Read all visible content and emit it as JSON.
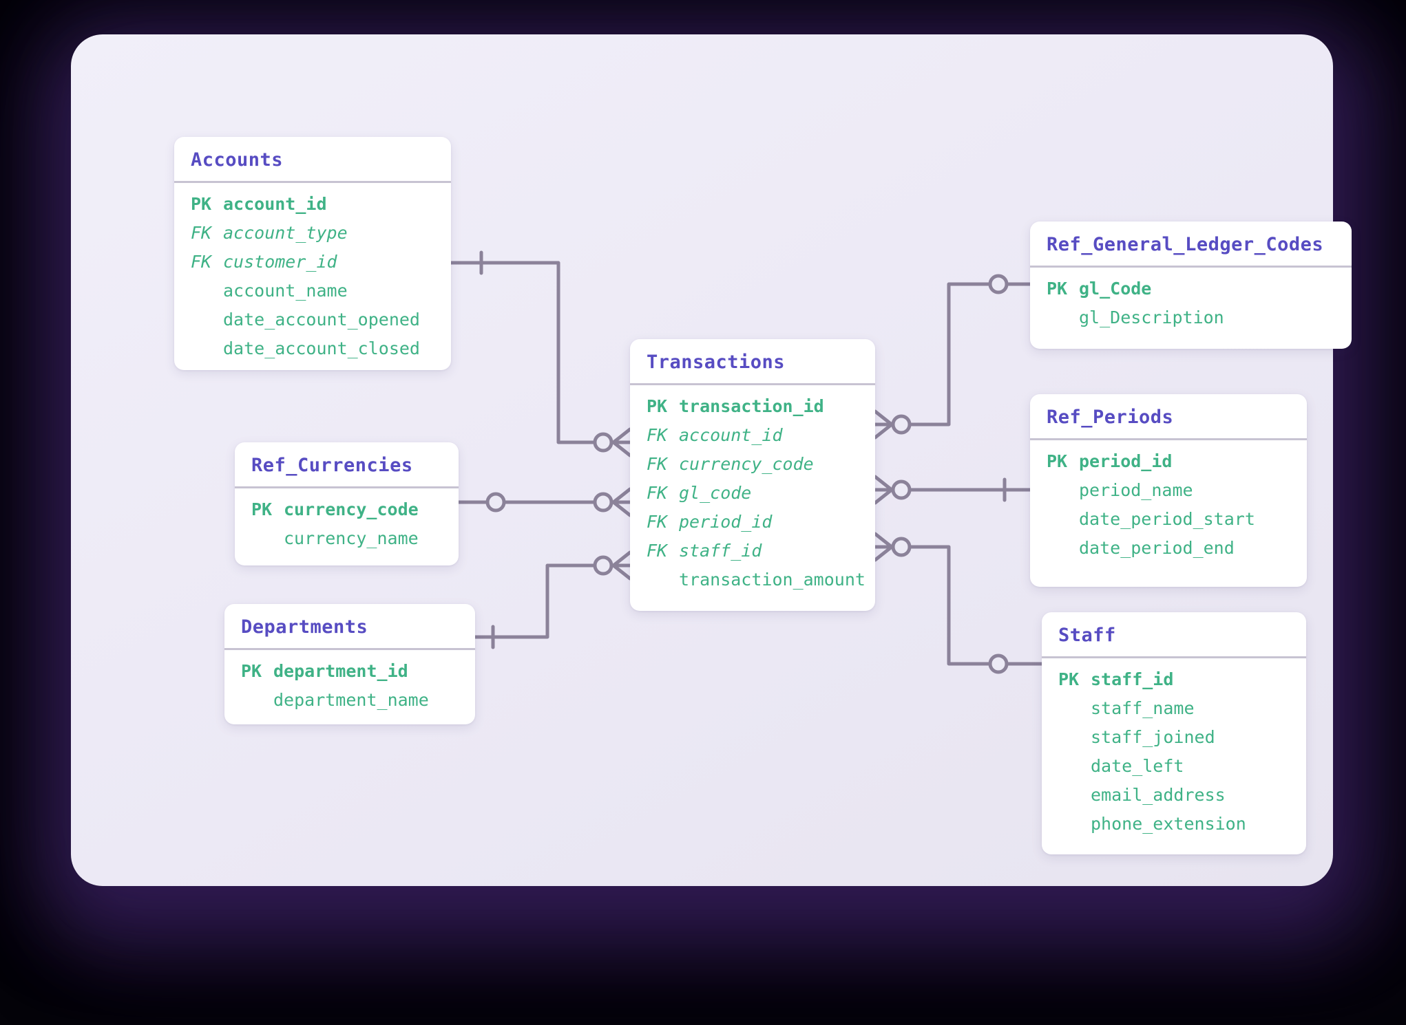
{
  "colors": {
    "background": "#040309",
    "panel": "#ECEAF5",
    "card": "#FFFFFF",
    "purple": "#574CC2",
    "green": "#3FB286",
    "line": "#8B8299",
    "divider": "#C7C3D2"
  },
  "diagram": {
    "type": "entity-relationship-diagram",
    "tables": [
      {
        "title": "Accounts",
        "fields": [
          {
            "key": "PK",
            "name": "account_id",
            "role": "pk"
          },
          {
            "key": "FK",
            "name": "account_type",
            "role": "fk"
          },
          {
            "key": "FK",
            "name": "customer_id",
            "role": "fk"
          },
          {
            "key": "",
            "name": "account_name",
            "role": "plain"
          },
          {
            "key": "",
            "name": "date_account_opened",
            "role": "plain"
          },
          {
            "key": "",
            "name": "date_account_closed",
            "role": "plain"
          }
        ]
      },
      {
        "title": "Ref_Currencies",
        "fields": [
          {
            "key": "PK",
            "name": "currency_code",
            "role": "pk"
          },
          {
            "key": "",
            "name": "currency_name",
            "role": "plain"
          }
        ]
      },
      {
        "title": "Departments",
        "fields": [
          {
            "key": "PK",
            "name": "department_id",
            "role": "pk"
          },
          {
            "key": "",
            "name": "department_name",
            "role": "plain"
          }
        ]
      },
      {
        "title": "Transactions",
        "fields": [
          {
            "key": "PK",
            "name": "transaction_id",
            "role": "pk"
          },
          {
            "key": "FK",
            "name": "account_id",
            "role": "fk"
          },
          {
            "key": "FK",
            "name": "currency_code",
            "role": "fk"
          },
          {
            "key": "FK",
            "name": "gl_code",
            "role": "fk"
          },
          {
            "key": "FK",
            "name": "period_id",
            "role": "fk"
          },
          {
            "key": "FK",
            "name": "staff_id",
            "role": "fk"
          },
          {
            "key": "",
            "name": "transaction_amount",
            "role": "plain"
          }
        ]
      },
      {
        "title": "Ref_General_Ledger_Codes",
        "fields": [
          {
            "key": "PK",
            "name": "gl_Code",
            "role": "pk"
          },
          {
            "key": "",
            "name": "gl_Description",
            "role": "plain"
          }
        ]
      },
      {
        "title": "Ref_Periods",
        "fields": [
          {
            "key": "PK",
            "name": "period_id",
            "role": "pk"
          },
          {
            "key": "",
            "name": "period_name",
            "role": "plain"
          },
          {
            "key": "",
            "name": "date_period_start",
            "role": "plain"
          },
          {
            "key": "",
            "name": "date_period_end",
            "role": "plain"
          }
        ]
      },
      {
        "title": "Staff",
        "fields": [
          {
            "key": "PK",
            "name": "staff_id",
            "role": "pk"
          },
          {
            "key": "",
            "name": "staff_name",
            "role": "plain"
          },
          {
            "key": "",
            "name": "staff_joined",
            "role": "plain"
          },
          {
            "key": "",
            "name": "date_left",
            "role": "plain"
          },
          {
            "key": "",
            "name": "email_address",
            "role": "plain"
          },
          {
            "key": "",
            "name": "phone_extension",
            "role": "plain"
          }
        ]
      }
    ],
    "relationships": [
      {
        "from": "Accounts",
        "to": "Transactions",
        "from_cardinality": "one",
        "to_cardinality": "zero-or-many"
      },
      {
        "from": "Ref_Currencies",
        "to": "Transactions",
        "from_cardinality": "zero-or-one",
        "to_cardinality": "zero-or-many"
      },
      {
        "from": "Departments",
        "to": "Transactions",
        "from_cardinality": "one",
        "to_cardinality": "zero-or-many"
      },
      {
        "from": "Ref_General_Ledger_Codes",
        "to": "Transactions",
        "from_cardinality": "zero-or-one",
        "to_cardinality": "zero-or-many"
      },
      {
        "from": "Ref_Periods",
        "to": "Transactions",
        "from_cardinality": "one",
        "to_cardinality": "zero-or-many"
      },
      {
        "from": "Staff",
        "to": "Transactions",
        "from_cardinality": "zero-or-one",
        "to_cardinality": "zero-or-many"
      }
    ]
  }
}
